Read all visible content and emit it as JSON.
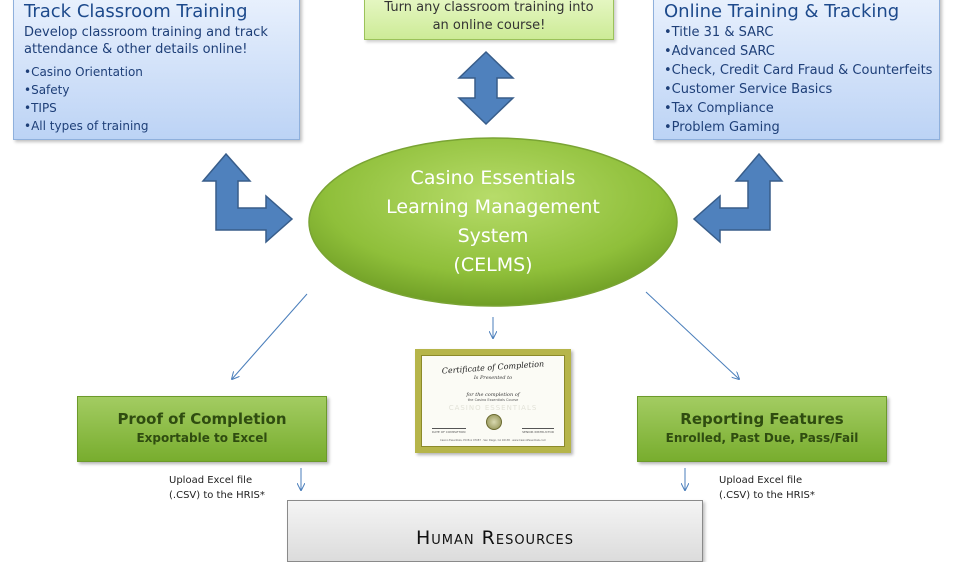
{
  "top_note": {
    "lines": [
      "Turn any classroom training into",
      "an online course!"
    ]
  },
  "left_box": {
    "title": "Track Classroom Training",
    "description_lines": [
      "Develop classroom training and track",
      "attendance & other details online!"
    ],
    "items": [
      "•Casino Orientation",
      "•Safety",
      "•TIPS",
      "•All types of training"
    ]
  },
  "right_box": {
    "title": "Online Training & Tracking",
    "items": [
      "•Title 31 & SARC",
      "•Advanced SARC",
      "•Check, Credit Card Fraud & Counterfeits",
      "•Customer Service Basics",
      "•Tax Compliance",
      "•Problem Gaming"
    ]
  },
  "center": {
    "lines": [
      "Casino Essentials",
      "Learning Management",
      "System",
      "(CELMS)"
    ]
  },
  "certificate": {
    "title": "Certificate of Completion",
    "presented": "Is Presented to",
    "completion": "for the completion of",
    "course": "the Casino Essentials Course",
    "watermark": "CASINO ESSENTIALS",
    "date_label": "DATE OF COMPLETION",
    "signature_label": "SENIOR INSTRUCTOR",
    "footer": "Casino Essentials, PO Box 97087 · San Diego, CA 92138 · www.CasinoEssentials.com"
  },
  "proof_box": {
    "title": "Proof of Completion",
    "subtitle": "Exportable to Excel"
  },
  "reporting_box": {
    "title": "Reporting Features",
    "subtitle": "Enrolled, Past Due, Pass/Fail"
  },
  "upload_left": {
    "lines": [
      "Upload Excel file",
      "(.CSV) to the HRIS*"
    ]
  },
  "upload_right": {
    "lines": [
      "Upload Excel file",
      "(.CSV) to the HRIS*"
    ]
  },
  "bottom_box": {
    "title": "Human Resources"
  },
  "colors": {
    "arrow_fill": "#4f81bd",
    "arrow_stroke": "#385d8a",
    "ellipse": "#8fbf3a",
    "green_box": "#8dbd4b",
    "note_bg": "#d7f0a8",
    "thin_arrow": "#4a7ebb"
  }
}
